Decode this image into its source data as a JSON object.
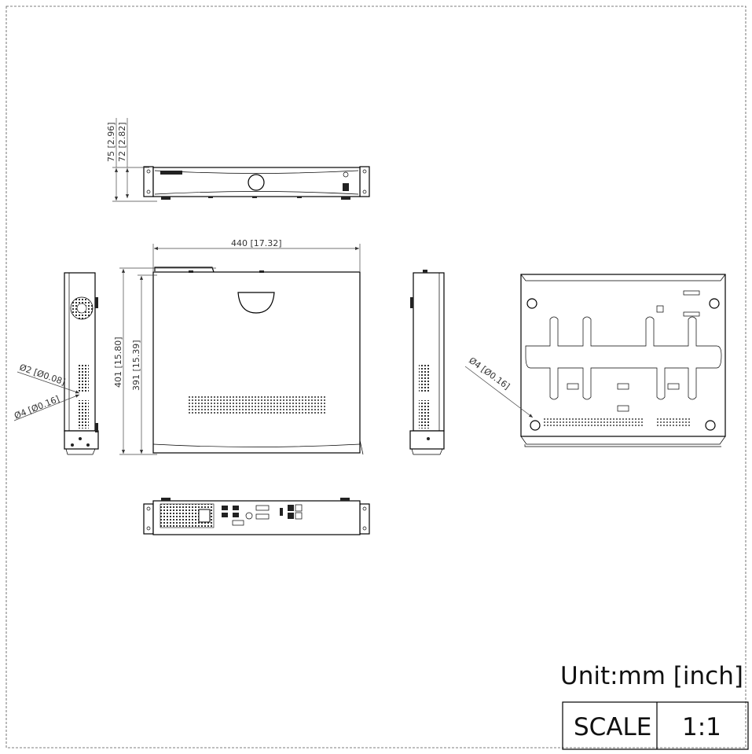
{
  "dimensions": {
    "front_height_total": "75 [2.96]",
    "front_height_body": "72 [2.82]",
    "width": "440 [17.32]",
    "depth_total": "401 [15.80]",
    "depth_body": "391 [15.39]",
    "side_hole_small": "Ø2 [Ø0.08]",
    "side_hole_large": "Ø4 [Ø0.16]",
    "bottom_hole": "Ø4 [Ø0.16]"
  },
  "title_block": {
    "unit": "Unit:mm [inch]",
    "scale_label": "SCALE",
    "scale_value": "1:1"
  }
}
